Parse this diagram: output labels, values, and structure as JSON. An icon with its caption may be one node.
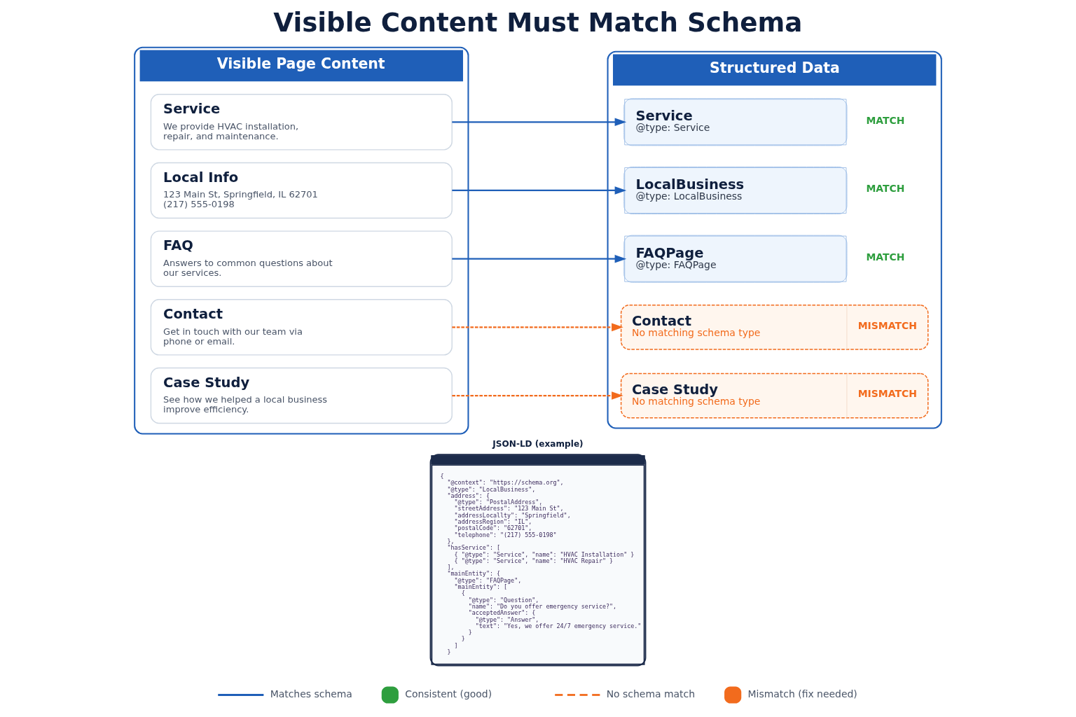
{
  "diagram": {
    "title": "Visible Content Must Match Schema",
    "nodes": [
      {
        "text": [
          "Visible Page Content"
        ]
      },
      {
        "text": [
          "Service",
          "We provide HVAC installation, repair, and maintenance."
        ],
        "in": 0
      },
      {
        "text": [
          "Local Info",
          "123 Main St, Springfield, IL 62701 (217) 555-0198"
        ],
        "in": 0
      },
      {
        "text": [
          "FAQ",
          "Answers to common questions about our services."
        ],
        "in": 0
      },
      {
        "text": [
          "Contact",
          "Get in touch with our team via phone or email."
        ],
        "in": 0
      },
      {
        "text": [
          "Case Study",
          "See how we helped a local business improve efficiency."
        ],
        "in": 0
      },
      {
        "text": [
          "Structured Data"
        ]
      },
      {
        "text": [
          "Service",
          "@type: Service"
        ],
        "in": 6,
        "beside": [
          "MATCH"
        ]
      },
      {
        "text": [
          "LocalBusiness",
          "@type: LocalBusiness"
        ],
        "in": 6,
        "beside": [
          "MATCH"
        ]
      },
      {
        "text": [
          "FAQPage",
          "@type: FAQPage"
        ],
        "in": 6,
        "beside": [
          "MATCH"
        ]
      },
      {
        "text": [
          "Contact",
          "No matching schema type",
          "MISMATCH"
        ],
        "in": 6
      },
      {
        "text": [
          "Case Study",
          "No matching schema type",
          "MISMATCH"
        ],
        "in": 6
      },
      {
        "text": [
          "JSON-LD (example)",
          "{",
          "\"@context\": \"https://schema.org\",",
          "\"@type\": \"LocalBusiness\",",
          "\"address\": {",
          "\"@type\": \"PostalAddress\",",
          "\"streetAddress\": \"123 Main St\",",
          "\"addressLocallty\": \"Springfield\",",
          "\"addressRegion\": \"IL\",",
          "\"postalCode\": \"62701\",",
          "\"telephone\": \"(217) 555-0198\"",
          "},",
          "\"hasService\": [",
          "{ \"@type\": \"Service\", \"name\": \"HVAC Installation\" }",
          "{ \"@type\": \"Service\", \"name\": \"HVAC Repair\" }",
          "],",
          "\"mainEntity\": {",
          "\"@type\": \"FAQPage\",",
          "\"mainEntity\": [",
          "{",
          "\"@type\": \"Question\",",
          "\"name\": \"Do you offer emergency service?\",",
          "\"acceptedAnswer\": {",
          "\"@type\": \"Answer\",",
          "\"text\": \"Yes, we offer 24/7 emergency service.\"",
          "}",
          "}",
          "]",
          "}"
        ]
      }
    ],
    "edges": [
      {
        "from": 1,
        "to": 7,
        "arrow": "to"
      },
      {
        "from": 2,
        "to": 8,
        "arrow": "to"
      },
      {
        "from": 3,
        "to": 9,
        "arrow": "to"
      },
      {
        "from": 4,
        "to": 10,
        "arrow": "to",
        "style": "dashed",
        "color": "#f26b1d"
      },
      {
        "from": 5,
        "to": 11,
        "arrow": "to",
        "style": "dashed",
        "color": "#f26b1d"
      }
    ],
    "legend": [
      {
        "text": "Matches schema"
      },
      {
        "text": "Consistent (good)"
      },
      {
        "text": "No schema match"
      },
      {
        "text": "Mismatch (fix needed)"
      }
    ]
  }
}
